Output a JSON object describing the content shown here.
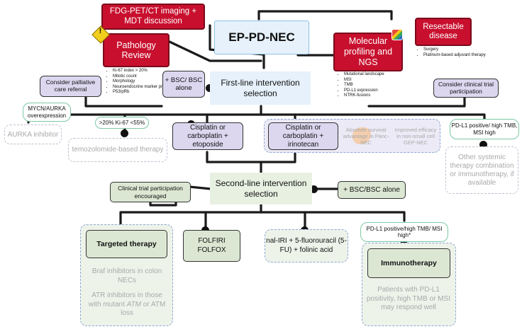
{
  "center": {
    "title": "EP-PD-NEC"
  },
  "top": {
    "fdg": "FDG-PET/CT imaging + MDT discussion",
    "pathology": "Pathology Review",
    "pathology_items": [
      "Ki-67 index > 20%",
      "Mitotic count",
      "Morphology",
      "Neuroendocrine marker presence",
      "P53/pRb"
    ],
    "molecular": "Molecular profiling and NGS",
    "molecular_items": [
      "Mutational landscape",
      "MSI",
      "TMB",
      "PD-L1 expression",
      "NTRK-fusions"
    ],
    "resectable": "Resectable disease",
    "resectable_items": [
      "Surgery",
      "Platinum-based adjuvant therapy"
    ]
  },
  "first_line": {
    "title": "First-line intervention selection",
    "bsc": "+ BSC/ BSC alone",
    "palliative": "Consider palliative care referral",
    "trial": "Consider clinical trial participation",
    "mycn_pill": "MYCN/AURKA overexpression",
    "aurka": "AURKA inhibitor",
    "ki67_pill": ">20% Ki-67 <55%",
    "temozolomide": "temozolomide-based therapy",
    "etoposide": "Cisplatin or carboplatin + etoposide",
    "irinotecan": "Cisplatin or carboplatin + irinotecan",
    "survival_note": "Absolute survival advantage in Panc-NEC",
    "efficacy_note": "Improved efficacy in non-small cell GEP-NEC",
    "pdl1_pill": "PD-L1 positive/ high TMB, MSI high",
    "other_systemic": "Other systemic therapy combination or immunotherapy, if available"
  },
  "second_line": {
    "title": "Second-line intervention selection",
    "bsc": "+ BSC/BSC alone",
    "trial_encouraged": "Clinical trial participation encouraged",
    "targeted": "Targeted therapy",
    "braf": "Braf inhibitors in colon NECs",
    "atr_before": "ATR inhibitors in those with mutant ",
    "atr_gene": "ATM",
    "atr_after": " or ATM loss",
    "folfiri": "FOLFIRI",
    "folfox": "FOLFOX",
    "nal_iri": "nal-IRI + 5-fluorouracil (5-FU) + folinic acid",
    "pdl1_pill": "PD-L1 positive/high TMB/ MSI high*",
    "immunotherapy": "Immunotherapy",
    "immuno_note": "Patients with PD-L1 positivity, high TMB or MSI may respond well"
  },
  "icons": {
    "warning": "warning-icon",
    "dna": "dna-icon",
    "pancreas": "pancreas-icon"
  },
  "colors": {
    "red": "#c8102e",
    "lavender": "#dcd7ef",
    "green": "#dbe7d3",
    "light_blue": "#e6f1fb",
    "pill_border": "#7cc9a5",
    "dash": "#8ea8d6"
  }
}
